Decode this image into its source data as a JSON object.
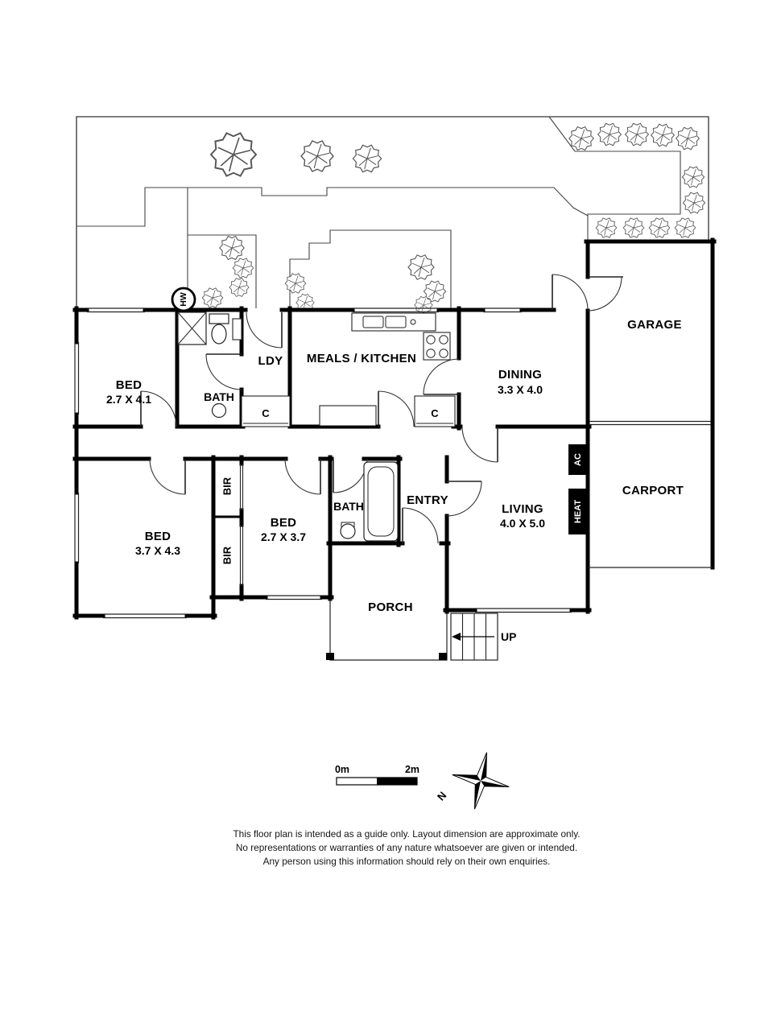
{
  "floorplan": {
    "rooms": {
      "bed1": {
        "name": "BED",
        "dims": "2.7 X 4.1"
      },
      "bed2": {
        "name": "BED",
        "dims": "3.7 X 4.3"
      },
      "bed3": {
        "name": "BED",
        "dims": "2.7 X 3.7"
      },
      "bath1": {
        "name": "BATH"
      },
      "bath2": {
        "name": "BATH"
      },
      "ldy": {
        "name": "LDY"
      },
      "meals": {
        "name": "MEALS / KITCHEN"
      },
      "dining": {
        "name": "DINING",
        "dims": "3.3 X 4.0"
      },
      "living": {
        "name": "LIVING",
        "dims": "4.0 X 5.0"
      },
      "entry": {
        "name": "ENTRY"
      },
      "garage": {
        "name": "GARAGE"
      },
      "carport": {
        "name": "CARPORT"
      },
      "porch": {
        "name": "PORCH"
      },
      "cupboard1": {
        "name": "C"
      },
      "cupboard2": {
        "name": "C"
      },
      "bir1": {
        "name": "BIR"
      },
      "bir2": {
        "name": "BIR"
      },
      "ac": {
        "name": "AC"
      },
      "heat": {
        "name": "HEAT"
      },
      "hot_water": {
        "name": "HW"
      },
      "stairs": {
        "name": "UP"
      }
    },
    "scale_bar": {
      "start_label": "0m",
      "end_label": "2m"
    },
    "compass": {
      "north_label": "N"
    },
    "disclaimer": [
      "This floor plan is intended as a guide only. Layout dimension are approximate only.",
      "No representations or warranties of any nature whatsoever are given or intended.",
      "Any person using this information should rely on their own enquiries."
    ],
    "colors": {
      "wall": "#000000",
      "thin_line": "#333333",
      "garden": "#555555"
    }
  }
}
